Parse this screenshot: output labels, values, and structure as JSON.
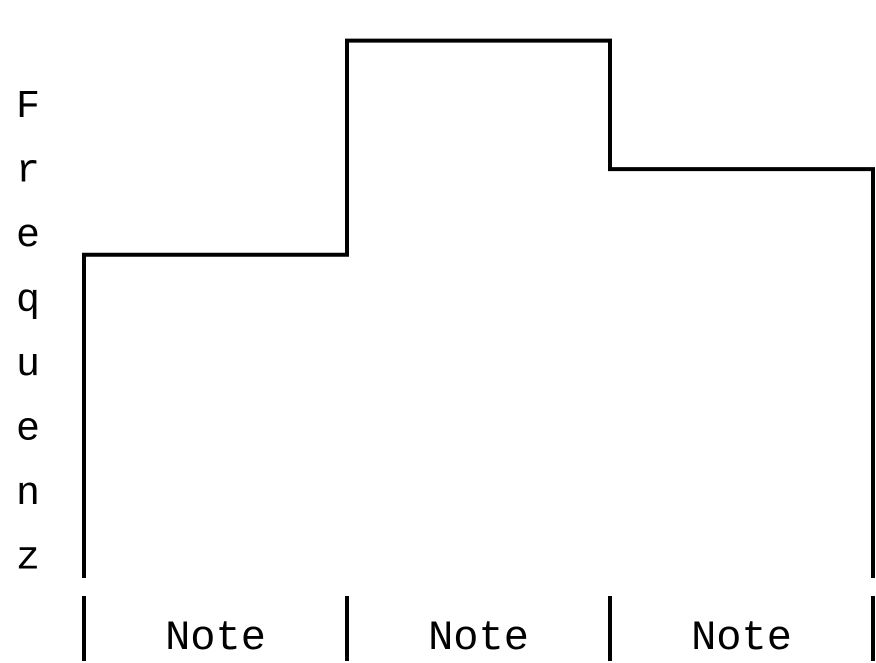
{
  "chart_data": {
    "type": "bar",
    "categories": [
      "Note",
      "Note",
      "Note"
    ],
    "values": [
      3.02,
      5.02,
      3.82
    ],
    "title": "",
    "xlabel": "",
    "ylabel": "Frequenz",
    "ylim": [
      0,
      5.4
    ],
    "grid": false,
    "legend": "none",
    "bar_style": "outline-step",
    "colors": {
      "stroke": "#000000",
      "background": "#ffffff"
    }
  }
}
